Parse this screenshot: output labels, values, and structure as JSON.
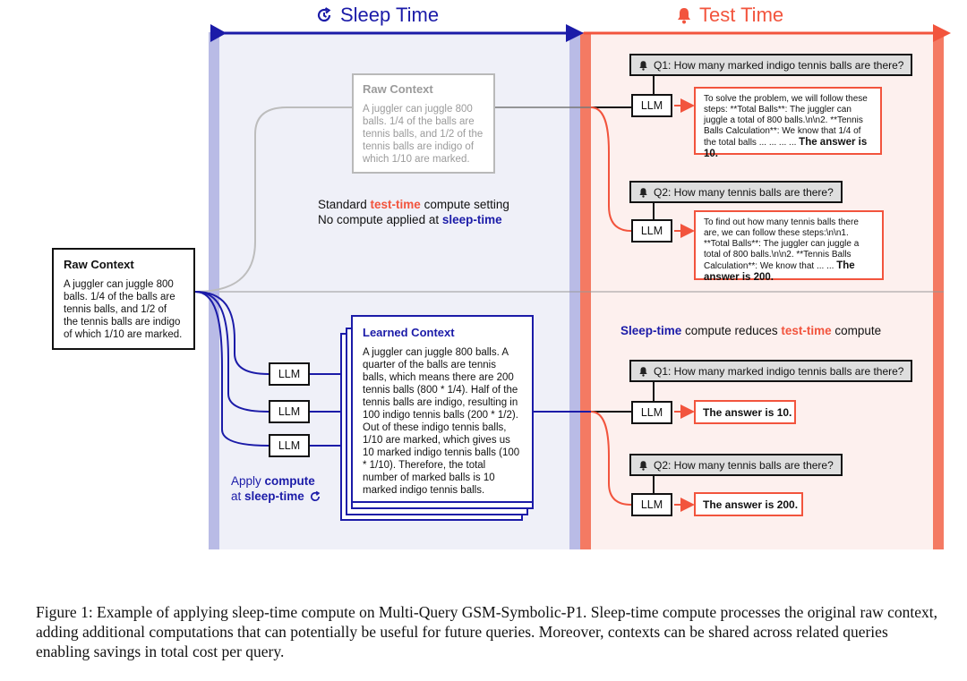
{
  "headers": {
    "sleep": "Sleep Time",
    "test": "Test Time"
  },
  "raw_context": {
    "title": "Raw Context",
    "body": "A juggler can juggle 800 balls. 1/4 of the balls are tennis balls, and 1/2 of the tennis balls are indigo of which 1/10 are marked."
  },
  "standard": {
    "line1_pre": "Standard ",
    "line1_red": "test-time",
    "line1_post": " compute setting",
    "line2_pre": "No compute applied at ",
    "line2_blue": "sleep-time"
  },
  "llm_label": "LLM",
  "learned_context": {
    "title": "Learned Context",
    "body": "A juggler can juggle 800 balls. A quarter of the balls are tennis balls, which means there are 200 tennis balls (800 * 1/4). Half of the tennis balls are indigo, resulting in 100 indigo tennis balls (200 * 1/2). Out of these indigo tennis balls, 1/10 are marked, which gives us 10 marked indigo tennis balls (100 * 1/10). Therefore, the total number of marked balls is 10 marked indigo tennis balls."
  },
  "apply": {
    "line1_pre": "Apply ",
    "line1_bold": "compute",
    "line2_pre": "at ",
    "line2_bold": "sleep-time"
  },
  "reduce": {
    "blue": "Sleep-time",
    "mid": " compute reduces ",
    "red": "test-time",
    "post": " compute"
  },
  "questions": {
    "q1": "Q1: How many marked indigo tennis balls are there?",
    "q2": "Q2: How many tennis balls are there?"
  },
  "answers": {
    "a1_long": "To solve the problem, we will follow these steps:  **Total Balls**: The juggler can juggle a total of 800 balls.\\n\\n2. **Tennis Balls Calculation**: We know that 1/4 of the total balls ... ... ... ... ",
    "a1_final": "The answer is 10.",
    "a2_long": "To find out how many tennis balls there are, we can follow these steps:\\n\\n1. **Total Balls**: The juggler can juggle a total of 800 balls.\\n\\n2. **Tennis Balls Calculation**: We know that ... ... ",
    "a2_final": "The answer is 200."
  },
  "caption": "Figure 1: Example of applying sleep-time compute on Multi-Query GSM-Symbolic-P1. Sleep-time compute processes the original raw context, adding additional computations that can potentially be useful for future queries. Moreover, contexts can be shared across related queries enabling savings in total cost per query.",
  "colors": {
    "sleep": "#1b1ba8",
    "test": "#f2543d",
    "sleep_band": "#b9bbe6",
    "test_band": "#f47a63"
  }
}
